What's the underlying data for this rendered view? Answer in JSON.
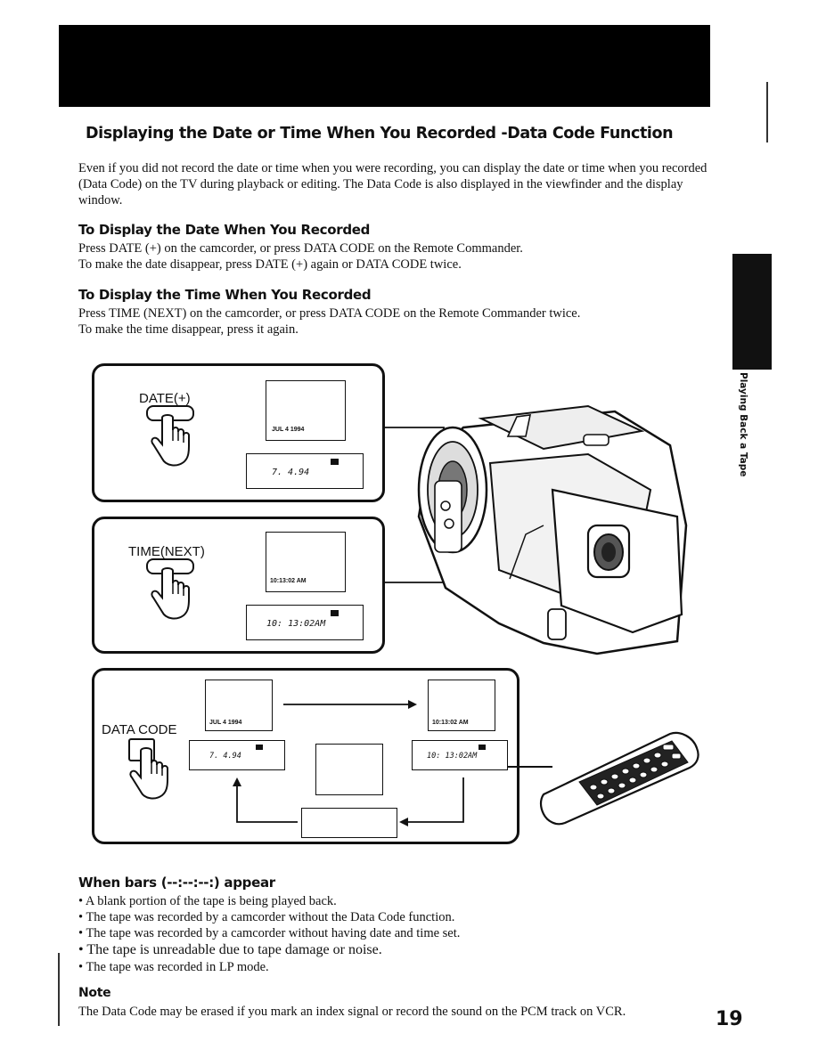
{
  "title": "Displaying the Date or Time When You Recorded -Data Code Function",
  "intro": "Even if you did not record the date or time when you were recording, you can display the date or time when you recorded (Data Code) on the TV during playback or editing. The Data Code is also displayed in the viewfinder and the display window.",
  "date_section": {
    "heading": "To Display the Date When You Recorded",
    "line1": "Press DATE (+) on the camcorder, or press DATA CODE on the Remote Commander.",
    "line2": "To make the date disappear, press DATE (+) again or DATA CODE twice."
  },
  "time_section": {
    "heading": "To Display the Time When You Recorded",
    "line1": "Press TIME (NEXT) on the camcorder, or press DATA CODE on the Remote Commander twice.",
    "line2": "To make the time disappear, press it again."
  },
  "figure": {
    "date_button_label": "DATE(+)",
    "time_button_label": "TIME(NEXT)",
    "data_code_label": "DATA CODE",
    "date_screen_text": "JUL 4 1994",
    "date_lcd_text": "7. 4.94",
    "time_screen_text": "10:13:02 AM",
    "time_lcd_text": "10: 13:02AM"
  },
  "bars_section": {
    "heading": "When bars (--:--:--:) appear",
    "bullets": [
      "A blank portion of the tape is being played back.",
      "The tape was recorded by a camcorder without the Data Code function.",
      "The tape was recorded by a camcorder without having date and time set.",
      "The tape is unreadable due to tape damage or noise.",
      "The tape was recorded in LP mode."
    ]
  },
  "note": {
    "heading": "Note",
    "text": "The Data Code may be erased if you mark an index signal or record the sound on the PCM track on VCR."
  },
  "sidebar_label": "Playing Back a Tape",
  "page_number": "19"
}
